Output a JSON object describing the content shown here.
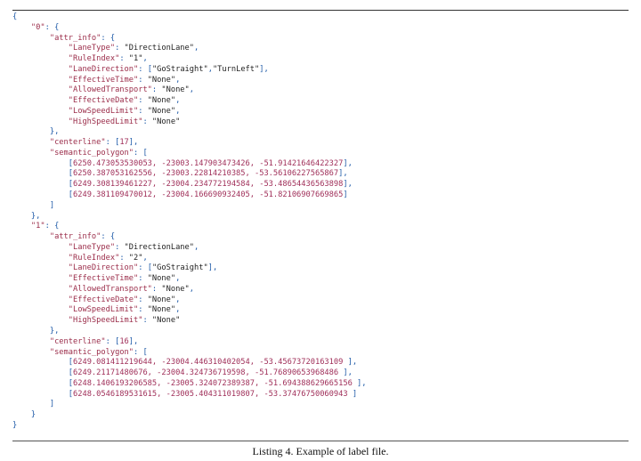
{
  "caption": "Listing 4. Example of label file.",
  "records": [
    {
      "id": "0",
      "attr_info": {
        "LaneType": "DirectionLane",
        "RuleIndex": "1",
        "LaneDirection": [
          "GoStraight",
          "TurnLeft"
        ],
        "EffectiveTime": "None",
        "AllowedTransport": "None",
        "EffectiveDate": "None",
        "LowSpeedLimit": "None",
        "HighSpeedLimit": "None"
      },
      "centerline": [
        "17"
      ],
      "semantic_polygon": [
        [
          "6250.473053530053",
          "-23003.147903473426",
          "-51.91421646422327"
        ],
        [
          "6250.387053162556",
          "-23003.22814210385",
          "-53.56106227565867"
        ],
        [
          "6249.308139461227",
          "-23004.234772194584",
          "-53.48654436563898"
        ],
        [
          "6249.381109470012",
          "-23004.166690932405",
          "-51.82106907669865"
        ]
      ]
    },
    {
      "id": "1",
      "attr_info": {
        "LaneType": "DirectionLane",
        "RuleIndex": "2",
        "LaneDirection": [
          "GoStraight"
        ],
        "EffectiveTime": "None",
        "AllowedTransport": "None",
        "EffectiveDate": "None",
        "LowSpeedLimit": "None",
        "HighSpeedLimit": "None"
      },
      "centerline": [
        "16"
      ],
      "semantic_polygon": [
        [
          "6249.081411219644",
          "-23004.446310402054",
          "-53.45673720163109"
        ],
        [
          "6249.21171480676",
          "-23004.324736719598",
          "-51.76890653968486"
        ],
        [
          "6248.1406193206585",
          "-23005.324072389387",
          "-51.694388629665156"
        ],
        [
          "6248.0546189531615",
          "-23005.404311019807",
          "-53.37476750060943"
        ]
      ]
    }
  ]
}
